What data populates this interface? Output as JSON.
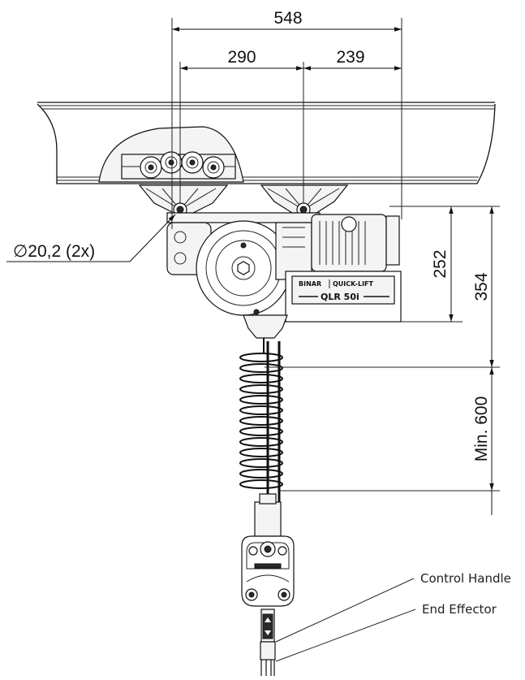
{
  "dimensions": {
    "total_width": "548",
    "left_width": "290",
    "right_width": "239",
    "motor_height": "252",
    "total_height": "354",
    "min_stroke": "Min. 600",
    "hole": "∅20,2 (2x)"
  },
  "device": {
    "brand": "BINAR",
    "series": "QUICK-LIFT",
    "model": "QLR 50i"
  },
  "callouts": {
    "control_handle": "Control Handle",
    "end_effector": "End Effector"
  }
}
